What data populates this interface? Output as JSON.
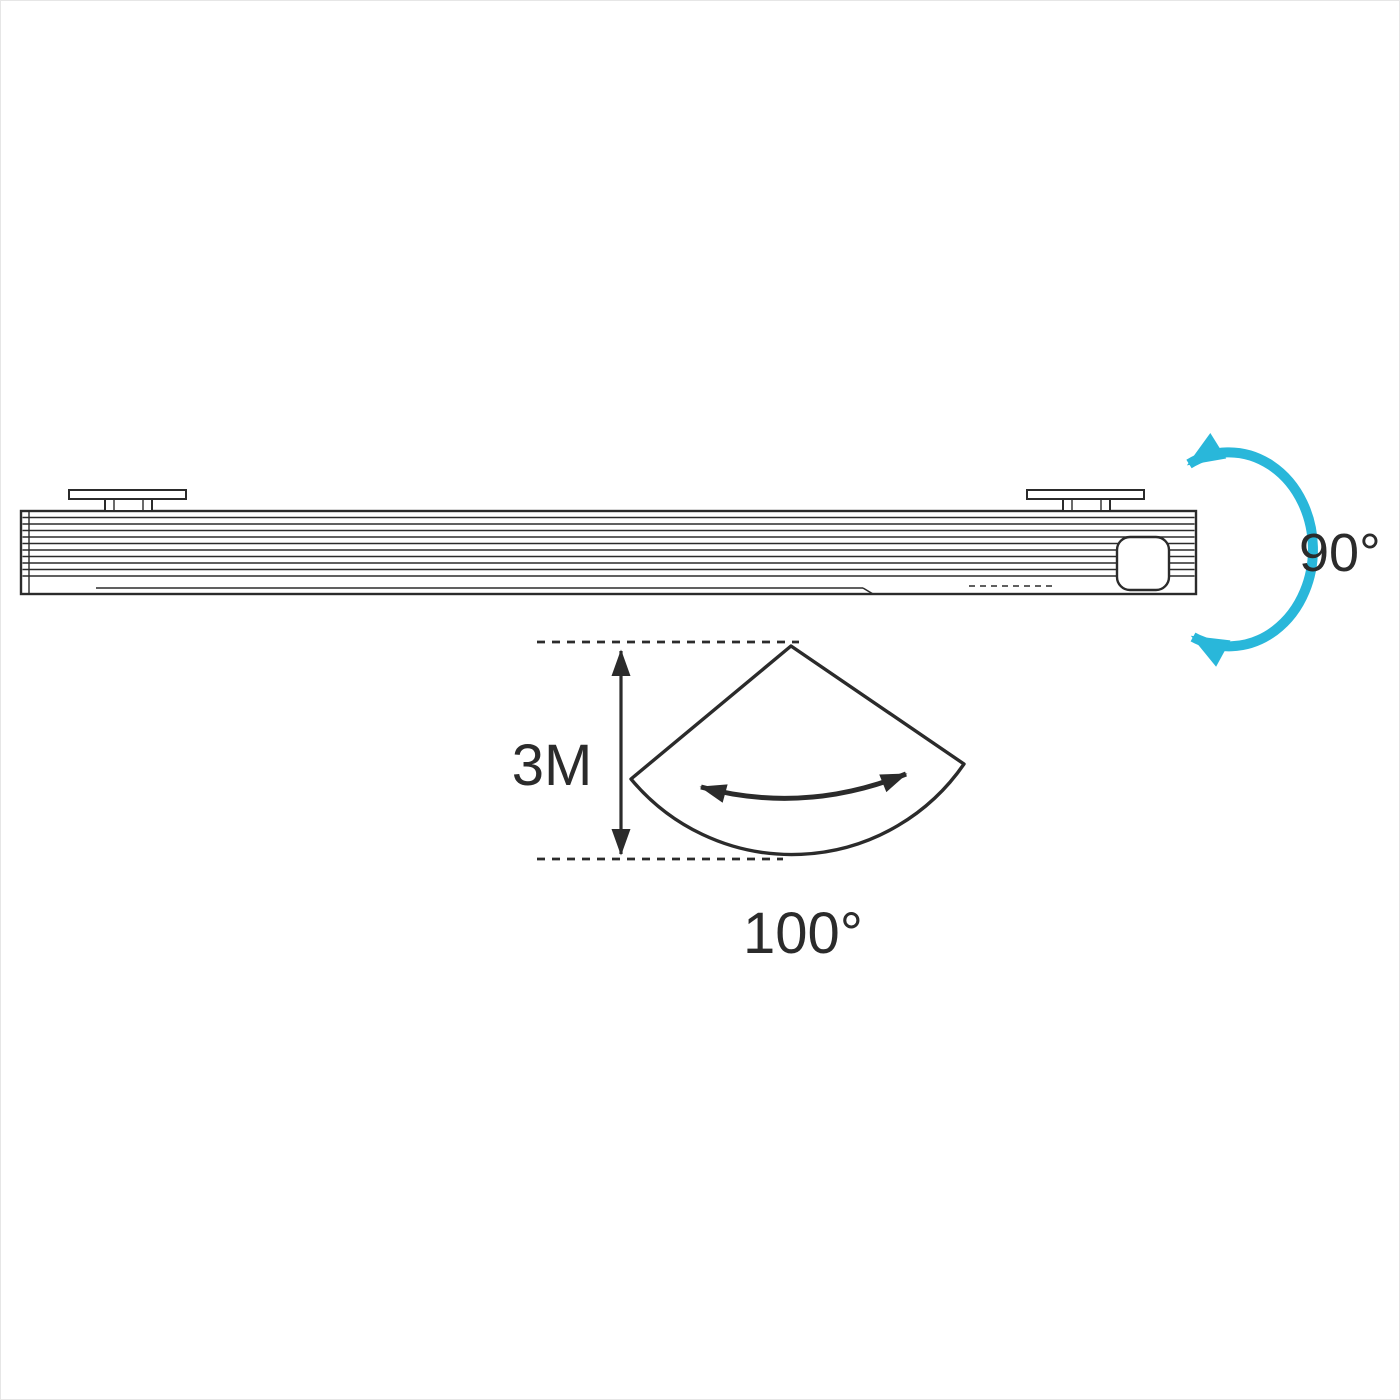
{
  "diagram": {
    "labels": {
      "rotation_angle": "90°",
      "detection_distance": "3M",
      "detection_angle": "100°"
    },
    "colors": {
      "accent": "#29b7da",
      "ink": "#2b2b2b"
    }
  }
}
